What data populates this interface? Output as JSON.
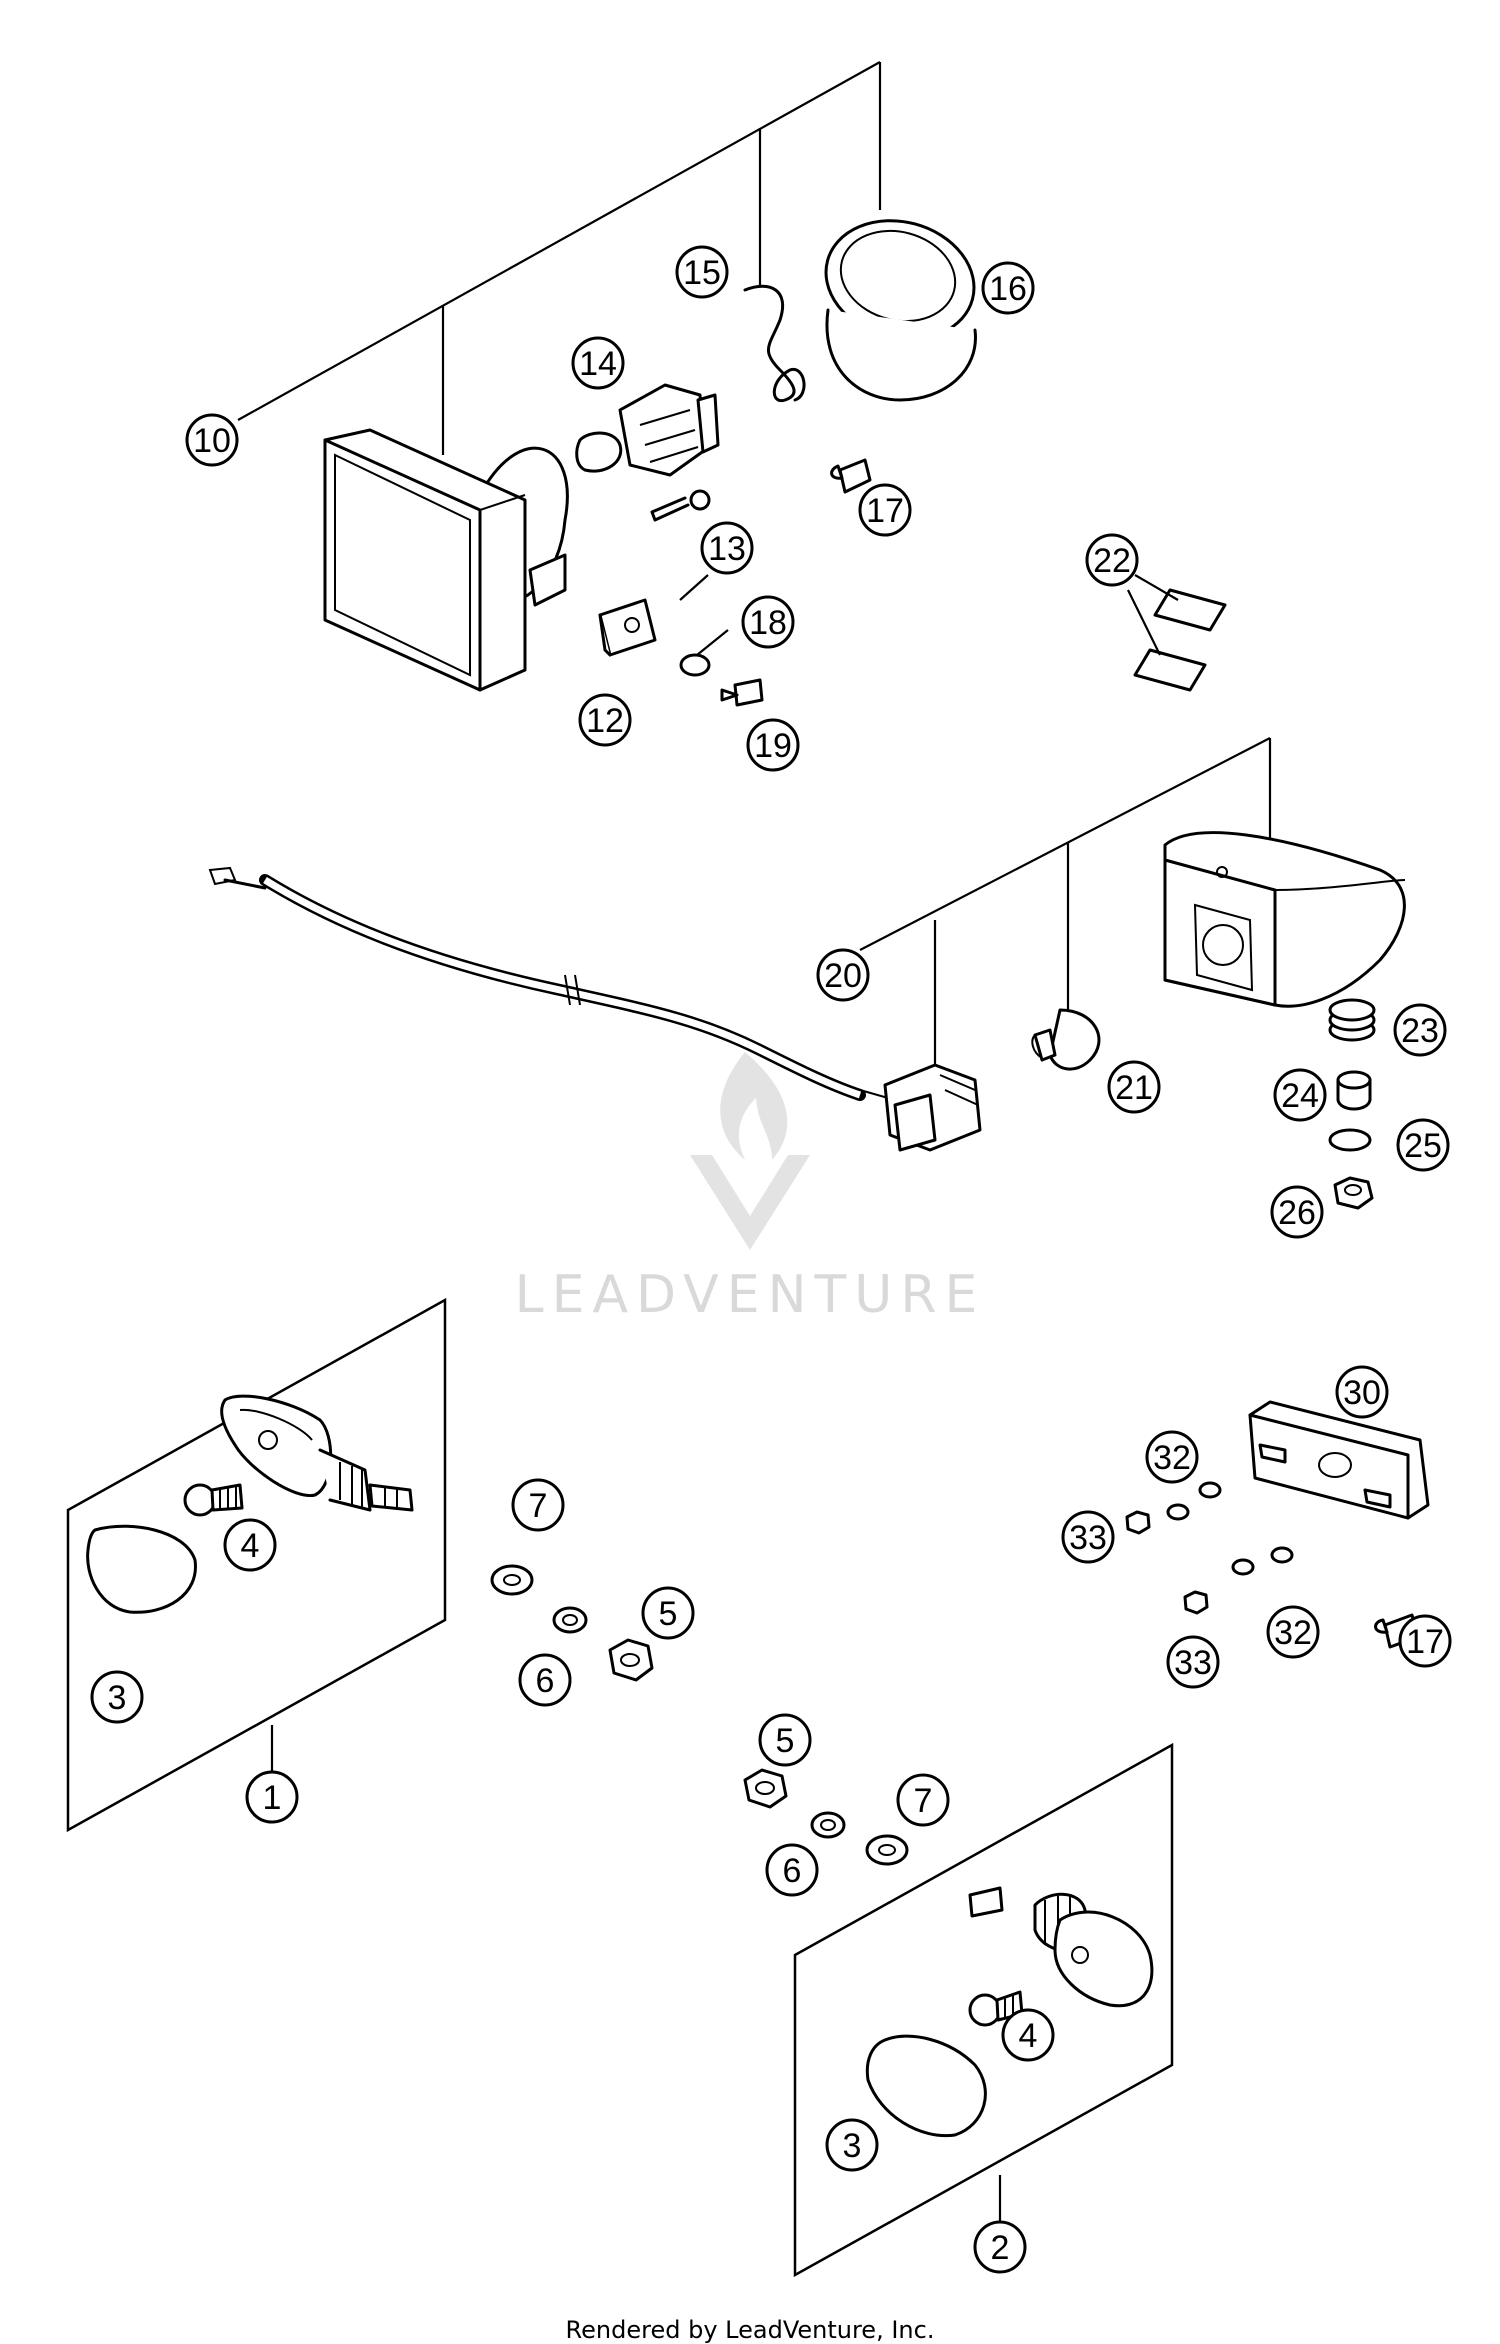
{
  "callouts": [
    {
      "id": "c10",
      "label": "10"
    },
    {
      "id": "c14",
      "label": "14"
    },
    {
      "id": "c15",
      "label": "15"
    },
    {
      "id": "c16",
      "label": "16"
    },
    {
      "id": "c17a",
      "label": "17"
    },
    {
      "id": "c13",
      "label": "13"
    },
    {
      "id": "c18",
      "label": "18"
    },
    {
      "id": "c12",
      "label": "12"
    },
    {
      "id": "c19",
      "label": "19"
    },
    {
      "id": "c22",
      "label": "22"
    },
    {
      "id": "c20",
      "label": "20"
    },
    {
      "id": "c21",
      "label": "21"
    },
    {
      "id": "c23",
      "label": "23"
    },
    {
      "id": "c24",
      "label": "24"
    },
    {
      "id": "c25",
      "label": "25"
    },
    {
      "id": "c26",
      "label": "26"
    },
    {
      "id": "c7a",
      "label": "7"
    },
    {
      "id": "c5a",
      "label": "5"
    },
    {
      "id": "c6a",
      "label": "6"
    },
    {
      "id": "c4a",
      "label": "4"
    },
    {
      "id": "c3a",
      "label": "3"
    },
    {
      "id": "c1",
      "label": "1"
    },
    {
      "id": "c30",
      "label": "30"
    },
    {
      "id": "c32a",
      "label": "32"
    },
    {
      "id": "c33a",
      "label": "33"
    },
    {
      "id": "c32b",
      "label": "32"
    },
    {
      "id": "c33b",
      "label": "33"
    },
    {
      "id": "c17b",
      "label": "17"
    },
    {
      "id": "c5b",
      "label": "5"
    },
    {
      "id": "c7b",
      "label": "7"
    },
    {
      "id": "c6b",
      "label": "6"
    },
    {
      "id": "c4b",
      "label": "4"
    },
    {
      "id": "c3b",
      "label": "3"
    },
    {
      "id": "c2",
      "label": "2"
    }
  ],
  "watermark": {
    "text": "LEADVENTURE"
  },
  "footer": {
    "text": "Rendered by LeadVenture, Inc."
  }
}
